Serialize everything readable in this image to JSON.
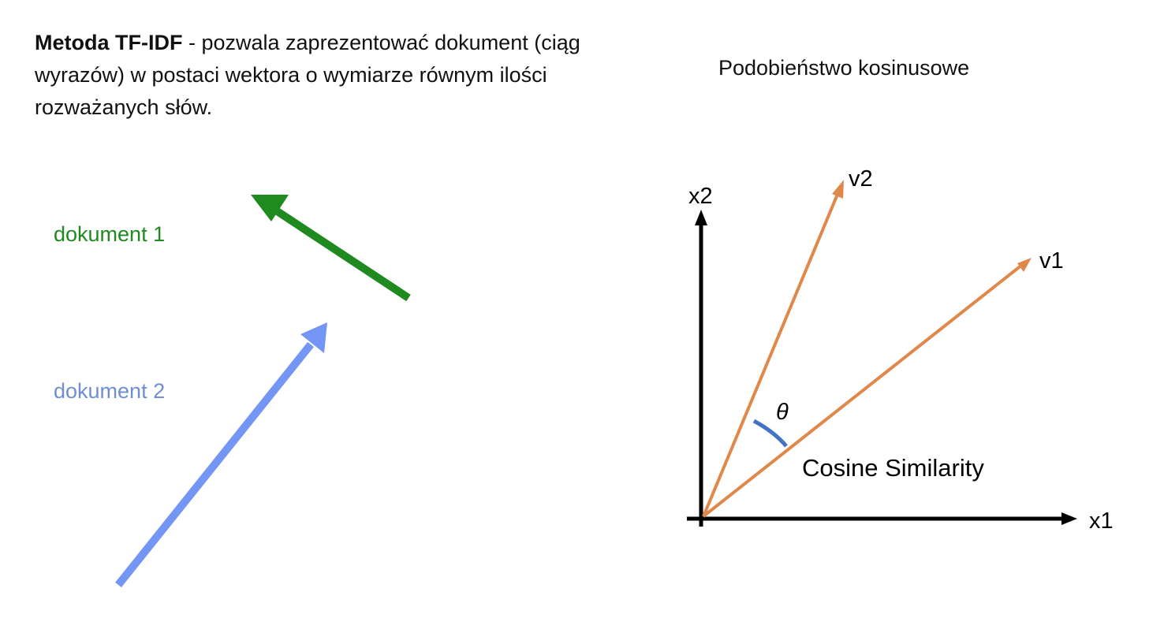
{
  "intro": {
    "term": "Metoda TF-IDF",
    "description": " - pozwala zaprezentować dokument (ciąg wyrazów) w postaci wektora o wymiarze równym ilości rozważanych słów."
  },
  "right_title": "Podobieństwo kosinusowe",
  "documents": [
    {
      "label": "dokument 1",
      "color": "#1f8a1f"
    },
    {
      "label": "dokument 2",
      "color": "#6f8ed1"
    }
  ],
  "cosine_diagram": {
    "x_axis_label": "x1",
    "y_axis_label": "x2",
    "vectors": [
      {
        "label": "v1",
        "color": "#e0874a"
      },
      {
        "label": "v2",
        "color": "#e0874a"
      }
    ],
    "angle_symbol": "θ",
    "angle_arc_color": "#4472c4",
    "caption": "Cosine Similarity"
  }
}
